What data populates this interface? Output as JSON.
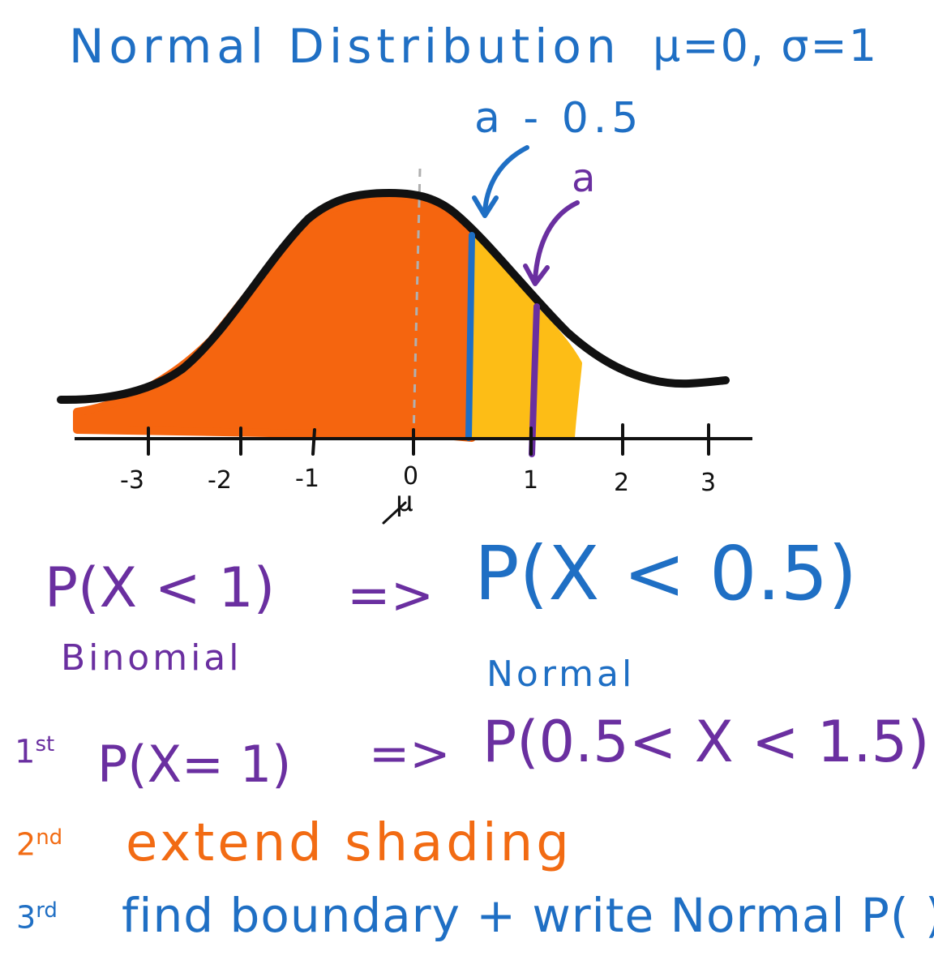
{
  "title": {
    "text": "Normal Distribution",
    "params": "μ=0, σ=1"
  },
  "annotations": {
    "a_minus_half": "a - 0.5",
    "a": "a"
  },
  "axis": {
    "ticks": [
      "-3",
      "-2",
      "-1",
      "0",
      "1",
      "2",
      "3"
    ],
    "mean_label": "μ"
  },
  "equation1": {
    "left": "P(X < 1)",
    "arrow": "=>",
    "right": "P(X < 0.5)",
    "left_caption": "Binomial",
    "right_caption": "Normal"
  },
  "steps": {
    "first_marker": "1",
    "first_marker_sup": "st",
    "first_left": "P(X= 1)",
    "first_arrow": "=>",
    "first_right": "P(0.5< X < 1.5)",
    "second_marker": "2",
    "second_marker_sup": "nd",
    "second_text": "extend shading",
    "third_marker": "3",
    "third_marker_sup": "rd",
    "third_text": "find boundary + write Normal P( )"
  },
  "colors": {
    "curve": "#111111",
    "shade_main": "#f5650f",
    "shade_extension": "#fdbd16",
    "boundary_a_minus_half": "#1f6fc4",
    "boundary_a": "#6a2fa0",
    "mean_line": "#b0b0b0"
  }
}
